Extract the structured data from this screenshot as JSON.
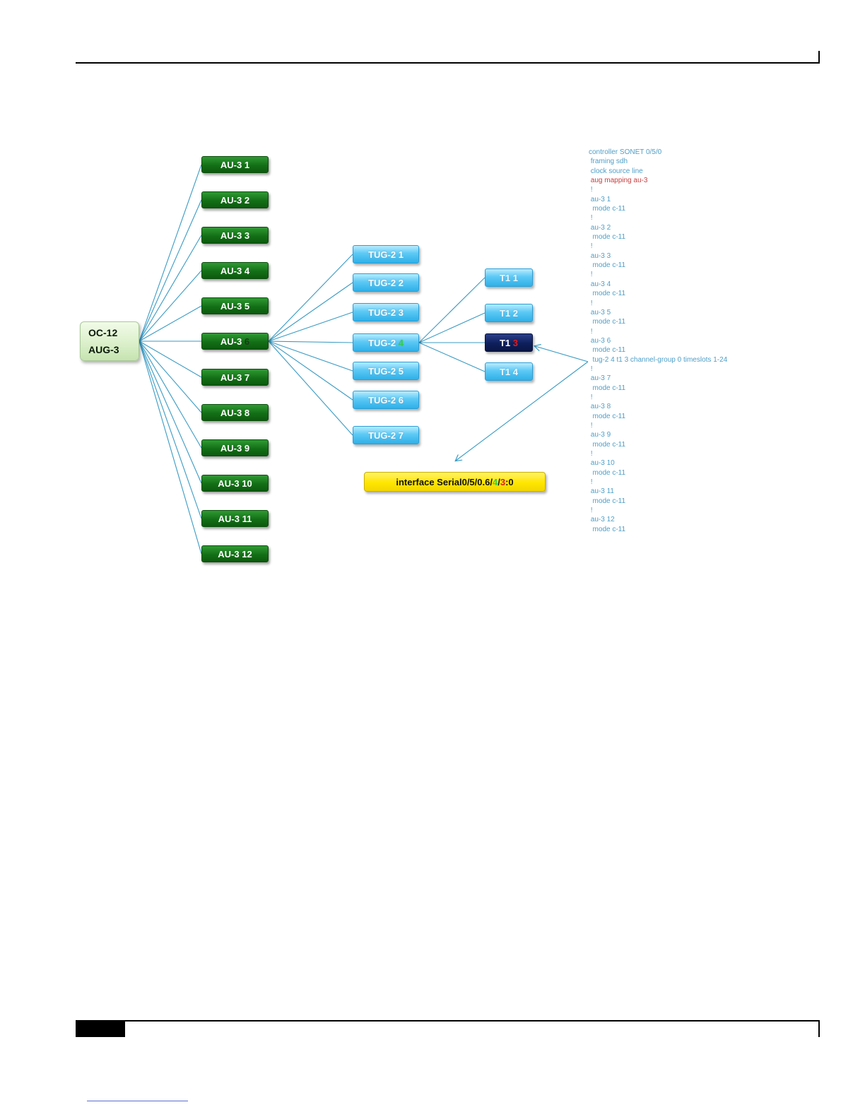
{
  "diagram": {
    "root": {
      "line1": "OC-12",
      "line2": "AUG-3"
    },
    "au3": [
      {
        "prefix": "AU-3 ",
        "num": "1"
      },
      {
        "prefix": "AU-3 ",
        "num": "2"
      },
      {
        "prefix": "AU-3 ",
        "num": "3"
      },
      {
        "prefix": "AU-3 ",
        "num": "4"
      },
      {
        "prefix": "AU-3 ",
        "num": "5"
      },
      {
        "prefix": "AU-3 ",
        "num": "6"
      },
      {
        "prefix": "AU-3 ",
        "num": "7"
      },
      {
        "prefix": "AU-3 ",
        "num": "8"
      },
      {
        "prefix": "AU-3 ",
        "num": "9"
      },
      {
        "prefix": "AU-3 ",
        "num": "10"
      },
      {
        "prefix": "AU-3 ",
        "num": "11"
      },
      {
        "prefix": "AU-3 ",
        "num": "12"
      }
    ],
    "selected_au3": 6,
    "tug2": [
      {
        "prefix": "TUG-2 ",
        "num": "1"
      },
      {
        "prefix": "TUG-2 ",
        "num": "2"
      },
      {
        "prefix": "TUG-2 ",
        "num": "3"
      },
      {
        "prefix": "TUG-2 ",
        "num": "4"
      },
      {
        "prefix": "TUG-2 ",
        "num": "5"
      },
      {
        "prefix": "TUG-2 ",
        "num": "6"
      },
      {
        "prefix": "TUG-2 ",
        "num": "7"
      }
    ],
    "selected_tug2": 4,
    "t1": [
      {
        "prefix": "T1 ",
        "num": "1"
      },
      {
        "prefix": "T1 ",
        "num": "2"
      },
      {
        "prefix": "T1 ",
        "num": "3"
      },
      {
        "prefix": "T1 ",
        "num": "4"
      }
    ],
    "selected_t1": 3,
    "interface": {
      "p1": "interface Serial0/5/0.6/",
      "p2": "4",
      "p3": "/",
      "p4": "3",
      "p5": ":0"
    },
    "colors": {
      "au3": "#136f16",
      "tug2": "#5cc9f5",
      "t1_selected": "#0f1f5c",
      "interface": "#ffe600",
      "connector": "#3a9bc4",
      "highlight_red": "#e21b1b",
      "highlight_green": "#2fd14a"
    }
  },
  "config": [
    "controller SONET 0/5/0",
    " framing sdh",
    " clock source line",
    " aug mapping au-3",
    " !",
    " au-3 1",
    "  mode c-11",
    " !",
    " au-3 2",
    "  mode c-11",
    " !",
    " au-3 3",
    "  mode c-11",
    " !",
    " au-3 4",
    "  mode c-11",
    " !",
    " au-3 5",
    "  mode c-11",
    " !",
    " au-3 6",
    "  mode c-11",
    "  tug-2 4 t1 3 channel-group 0 timeslots 1-24",
    " !",
    " au-3 7",
    "  mode c-11",
    " !",
    " au-3 8",
    "  mode c-11",
    " !",
    " au-3 9",
    "  mode c-11",
    " !",
    " au-3 10",
    "  mode c-11",
    " !",
    " au-3 11",
    "  mode c-11",
    " !",
    " au-3 12",
    "  mode c-11"
  ],
  "config_highlight_index": 3
}
